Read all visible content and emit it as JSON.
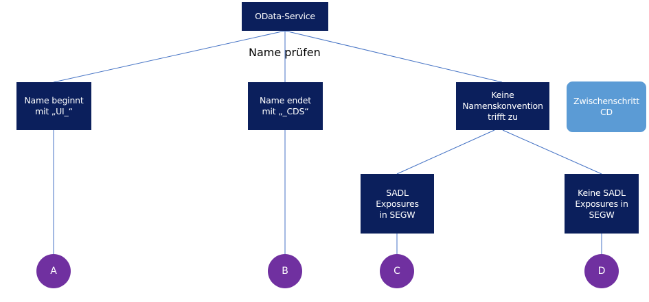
{
  "nodes": {
    "root": "OData-Service",
    "ui": "Name beginnt\nmit „UI_“",
    "cds": "Name endet\nmit „_CDS“",
    "none": "Keine\nNamenskonvention\ntrifft zu",
    "zwischen": "Zwischenschritt\nCD",
    "sadl": "SADL Exposures\nin SEGW",
    "nosadl": "Keine SADL\nExposures in\nSEGW"
  },
  "caption": "Name prüfen",
  "outcomes": {
    "a": "A",
    "b": "B",
    "c": "C",
    "d": "D"
  },
  "colors": {
    "node": "#0b1f5c",
    "accent_node": "#5b9bd5",
    "outcome": "#7030a0",
    "connector": "#4472c4"
  }
}
